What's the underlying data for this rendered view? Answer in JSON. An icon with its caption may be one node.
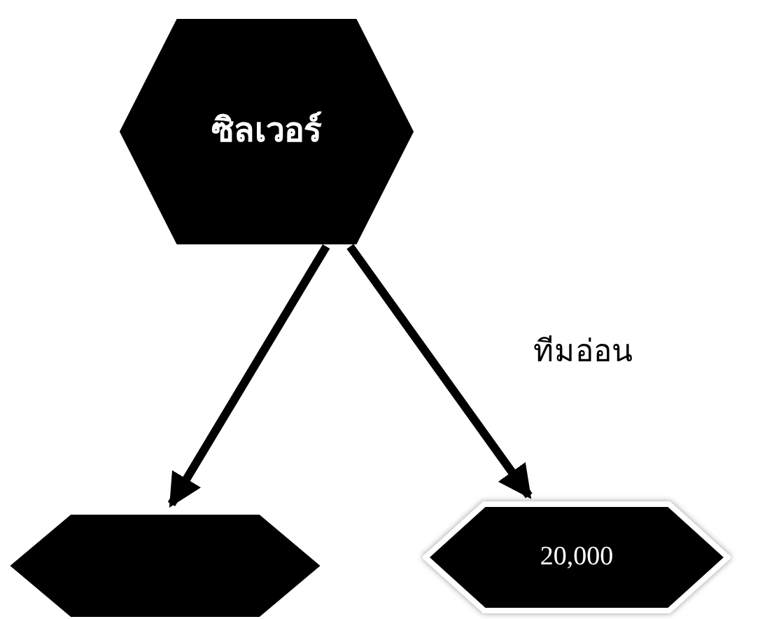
{
  "diagram": {
    "nodes": [
      {
        "text": [
          "ซิลเวอร์"
        ]
      },
      {
        "text": [],
        "shape": "hexagon"
      },
      {
        "text": [
          "20,000"
        ]
      }
    ],
    "edges": [
      {
        "from": 0,
        "to": 1,
        "arrow": "to"
      },
      {
        "from": 0,
        "to": 2,
        "arrow": "to"
      }
    ],
    "labels": [
      "ทีมอ่อน"
    ]
  }
}
